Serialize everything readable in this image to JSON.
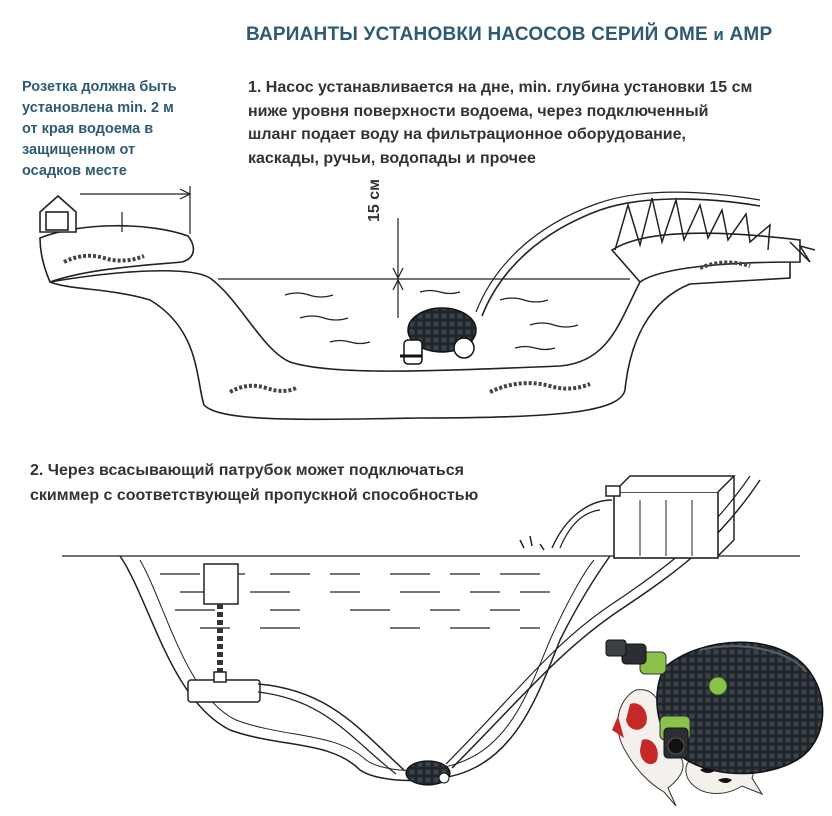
{
  "title": {
    "main": "ВАРИАНТЫ УСТАНОВКИ НАСОСОВ СЕРИЙ OME",
    "conj": "и",
    "tail": "AMP"
  },
  "note": {
    "lines": [
      "Розетка должна быть",
      "установлена min. 2 м",
      "от края водоема в",
      "защищенном от",
      "осадков месте"
    ]
  },
  "step1": {
    "lines": [
      "1. Насос устанавливается на дне, min. глубина установки 15 см",
      "ниже уровня поверхности водоема, через подключенный",
      "шланг подает воду на фильтрационное оборудование,",
      "каскады, ручьи, водопады и прочее"
    ]
  },
  "dimension_label": "15 см",
  "step2": {
    "lines": [
      "2. Через  всасывающий  патрубок  может подключаться",
      "скиммер с соответствующей пропускной способностью"
    ]
  },
  "colors": {
    "title": "#2e5a73",
    "text": "#333333",
    "line": "#222222",
    "pump_body": "#1e2226",
    "pump_accent": "#8bc34a",
    "koi_red": "#c62828"
  }
}
